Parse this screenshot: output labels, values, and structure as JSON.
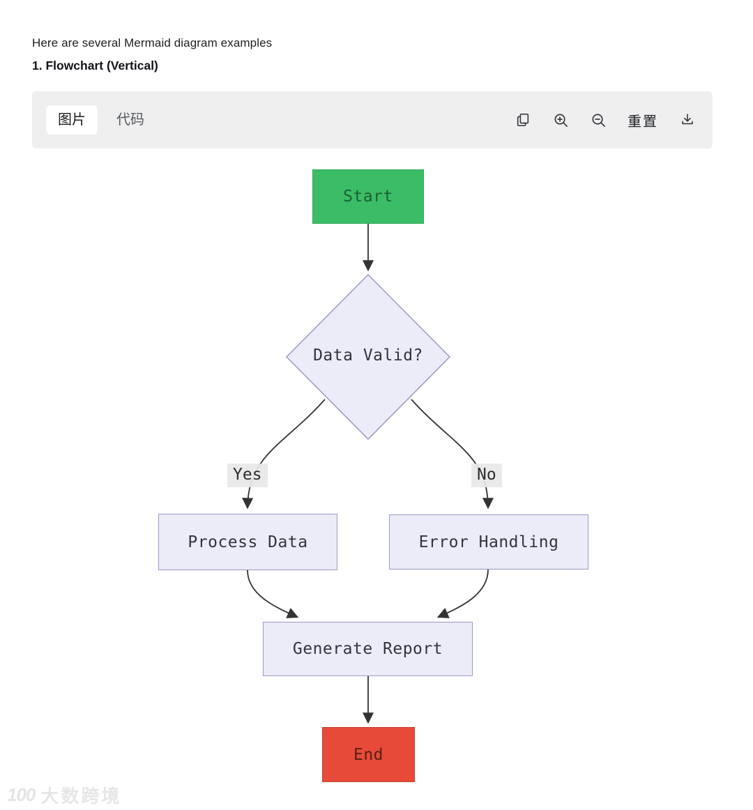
{
  "header": {
    "intro": "Here are several Mermaid diagram examples",
    "section_title": "1. Flowchart (Vertical)"
  },
  "toolbar": {
    "tab_image_label": "图片",
    "tab_code_label": "代码",
    "reset_label": "重置",
    "icons": [
      "copy-icon",
      "zoom-in-icon",
      "zoom-out-icon",
      "download-icon"
    ]
  },
  "diagram": {
    "type": "flowchart-vertical",
    "colors": {
      "start_fill": "#3bbd68",
      "start_border": "#31a65a",
      "end_fill": "#e84a3a",
      "end_border": "#c2402f",
      "node_fill": "#ececf8",
      "node_border": "#9999c7",
      "edge_stroke": "#333333",
      "edge_label_bg": "#e8e8e8"
    },
    "nodes": [
      {
        "id": "start",
        "label": "Start",
        "shape": "rect"
      },
      {
        "id": "decision",
        "label": "Data Valid?",
        "shape": "diamond"
      },
      {
        "id": "process",
        "label": "Process Data",
        "shape": "rect"
      },
      {
        "id": "error",
        "label": "Error Handling",
        "shape": "rect"
      },
      {
        "id": "report",
        "label": "Generate Report",
        "shape": "rect"
      },
      {
        "id": "end",
        "label": "End",
        "shape": "rect"
      }
    ],
    "edges": [
      {
        "from": "start",
        "to": "decision",
        "label": ""
      },
      {
        "from": "decision",
        "to": "process",
        "label": "Yes"
      },
      {
        "from": "decision",
        "to": "error",
        "label": "No"
      },
      {
        "from": "process",
        "to": "report",
        "label": ""
      },
      {
        "from": "error",
        "to": "report",
        "label": ""
      },
      {
        "from": "report",
        "to": "end",
        "label": ""
      }
    ],
    "edge_labels": {
      "yes": "Yes",
      "no": "No"
    }
  },
  "watermark": {
    "logo_text": "100",
    "brand": "大数跨境"
  }
}
